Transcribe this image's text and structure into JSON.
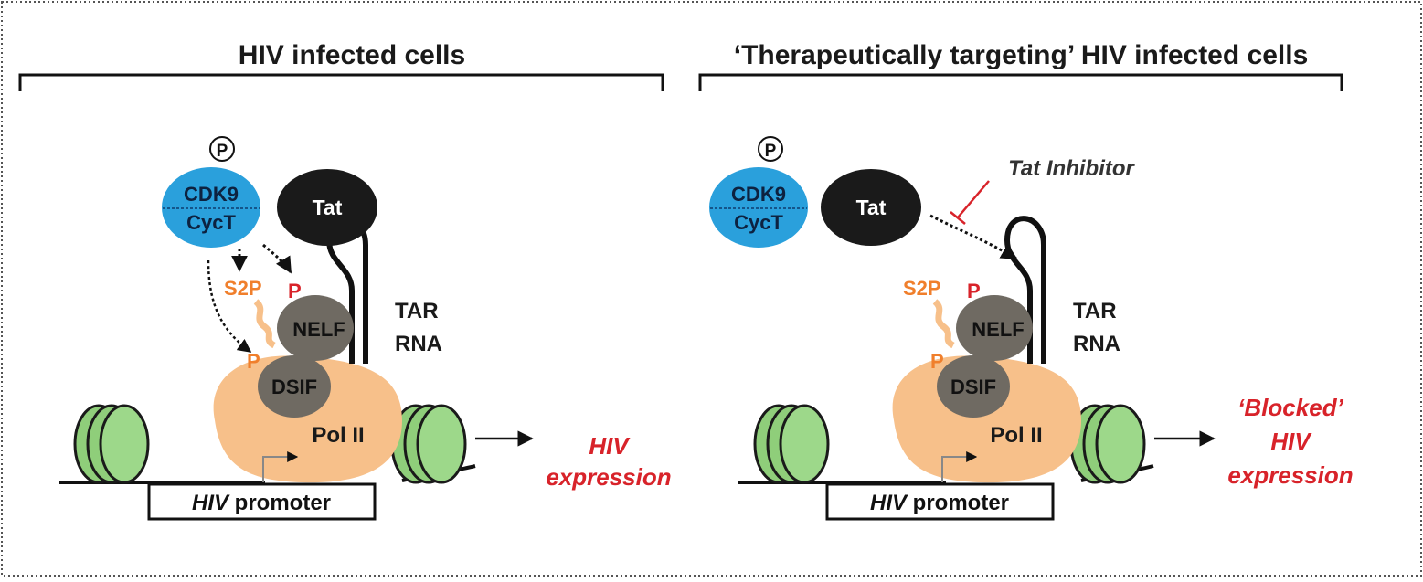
{
  "panels": [
    {
      "title": "HIV infected cells",
      "phospho_mark": "P",
      "cdk9": "CDK9",
      "cyct": "CycT",
      "tat": "Tat",
      "s2p": "S2P",
      "p_nelf": "P",
      "p_dsif": "P",
      "nelf": "NELF",
      "dsif": "DSIF",
      "tar_1": "TAR",
      "tar_2": "RNA",
      "pol2": "Pol II",
      "promoter_italic": "HIV",
      "promoter_rest": " promoter",
      "outcome": [
        "HIV",
        "expression"
      ]
    },
    {
      "title": "‘Therapeutically targeting’ HIV infected cells",
      "phospho_mark": "P",
      "cdk9": "CDK9",
      "cyct": "CycT",
      "tat": "Tat",
      "inhibitor": "Tat Inhibitor",
      "s2p": "S2P",
      "p_nelf": "P",
      "p_dsif": "P",
      "nelf": "NELF",
      "dsif": "DSIF",
      "tar_1": "TAR",
      "tar_2": "RNA",
      "pol2": "Pol II",
      "promoter_italic": "HIV",
      "promoter_rest": " promoter",
      "outcome": [
        "‘Blocked’",
        "HIV",
        "expression"
      ]
    }
  ],
  "colors": {
    "cdk_blue": "#2aa0dc",
    "tat_black": "#1a1a1a",
    "pol2_orange": "#f7c08a",
    "factor_gray": "#6f6a62",
    "nucleosome_green": "#8fce7a",
    "red_text": "#d8232a",
    "orange_text": "#f07f2c"
  }
}
